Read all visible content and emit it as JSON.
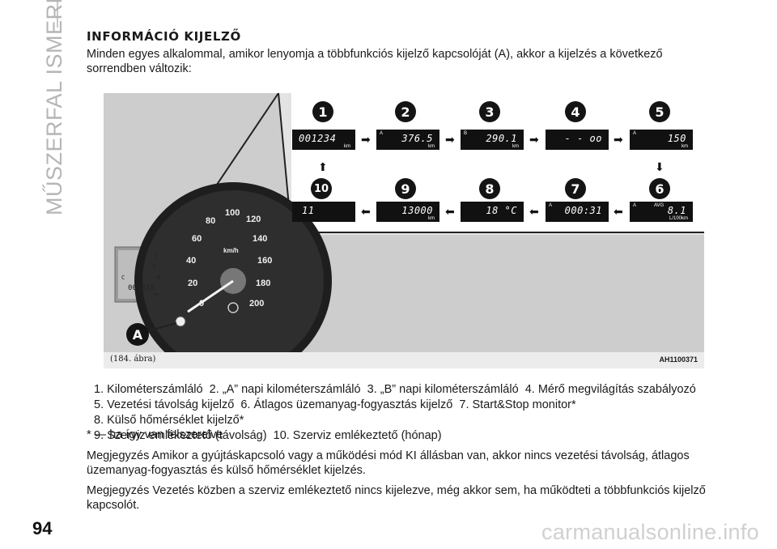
{
  "sidebar": {
    "section_label": "MŰSZERFAL ISMERET"
  },
  "page": {
    "number": "94"
  },
  "section": {
    "title": "INFORMÁCIÓ KIJELZŐ",
    "intro": "Minden egyes alkalommal, amikor lenyomja a többfunkciós kijelző kapcsolóját (A), akkor a kijelzés a következő sorrendben változik:"
  },
  "figure": {
    "caption": "(184. ábra)",
    "code": "AH1100371",
    "callout_label": "A",
    "gauge": {
      "unit": "km/h",
      "ticks": [
        "0",
        "20",
        "40",
        "60",
        "80",
        "100",
        "120",
        "140",
        "160",
        "180",
        "200"
      ],
      "odometer": "000023",
      "odometer_unit": "km",
      "fuel_top": "1",
      "fuel_half": "½",
      "fuel_empty": "0",
      "temp_cold": "C"
    },
    "displays": [
      {
        "n": "1",
        "value": "001234",
        "unit": "km",
        "tag": "",
        "tag2": ""
      },
      {
        "n": "2",
        "value": "376.5",
        "unit": "km",
        "tag": "A",
        "tag2": ""
      },
      {
        "n": "3",
        "value": "290.1",
        "unit": "km",
        "tag": "B",
        "tag2": ""
      },
      {
        "n": "4",
        "value": "- - oo",
        "unit": "",
        "tag": "",
        "tag2": ""
      },
      {
        "n": "5",
        "value": "150",
        "unit": "km",
        "tag": "A",
        "tag2": ""
      },
      {
        "n": "6",
        "value": "8.1",
        "unit": "L/100km",
        "tag": "A",
        "tag2": "AVG"
      },
      {
        "n": "7",
        "value": "000:31",
        "unit": "",
        "tag": "A",
        "tag2": ""
      },
      {
        "n": "8",
        "value": "18 °C",
        "unit": "",
        "tag": "",
        "tag2": ""
      },
      {
        "n": "9",
        "value": "13000",
        "unit": "km",
        "tag": "",
        "tag2": ""
      },
      {
        "n": "10",
        "value": "11",
        "unit": "",
        "tag": "",
        "tag2": ""
      }
    ]
  },
  "items": [
    "1. Kilométerszámláló",
    "2. „A” napi kilométerszámláló",
    "3. „B” napi kilométerszámláló",
    "4. Mérő megvilágítás szabályozó",
    "5. Vezetési távolság kijelző",
    "6. Átlagos üzemanyag-fogyasztás kijelző",
    "7. Start&Stop monitor*",
    "8. Külső hőmérséklet kijelző*",
    "9. Szerviz emlékeztető (távolság)",
    "10. Szerviz emlékeztető (hónap)"
  ],
  "footnote": "* — ha így van felszerelve",
  "notes": [
    "Megjegyzés Amikor a gyújtáskapcsoló vagy a működési mód KI állásban van, akkor nincs vezetési távolság, átlagos üzemanyag-fogyasztás és külső hőmérséklet kijelzés.",
    "Megjegyzés Vezetés közben a szerviz emlékeztető nincs kijelezve, még akkor sem, ha működteti a többfunkciós kijelző kapcsolót."
  ],
  "watermark": "carmanualsonline.info"
}
